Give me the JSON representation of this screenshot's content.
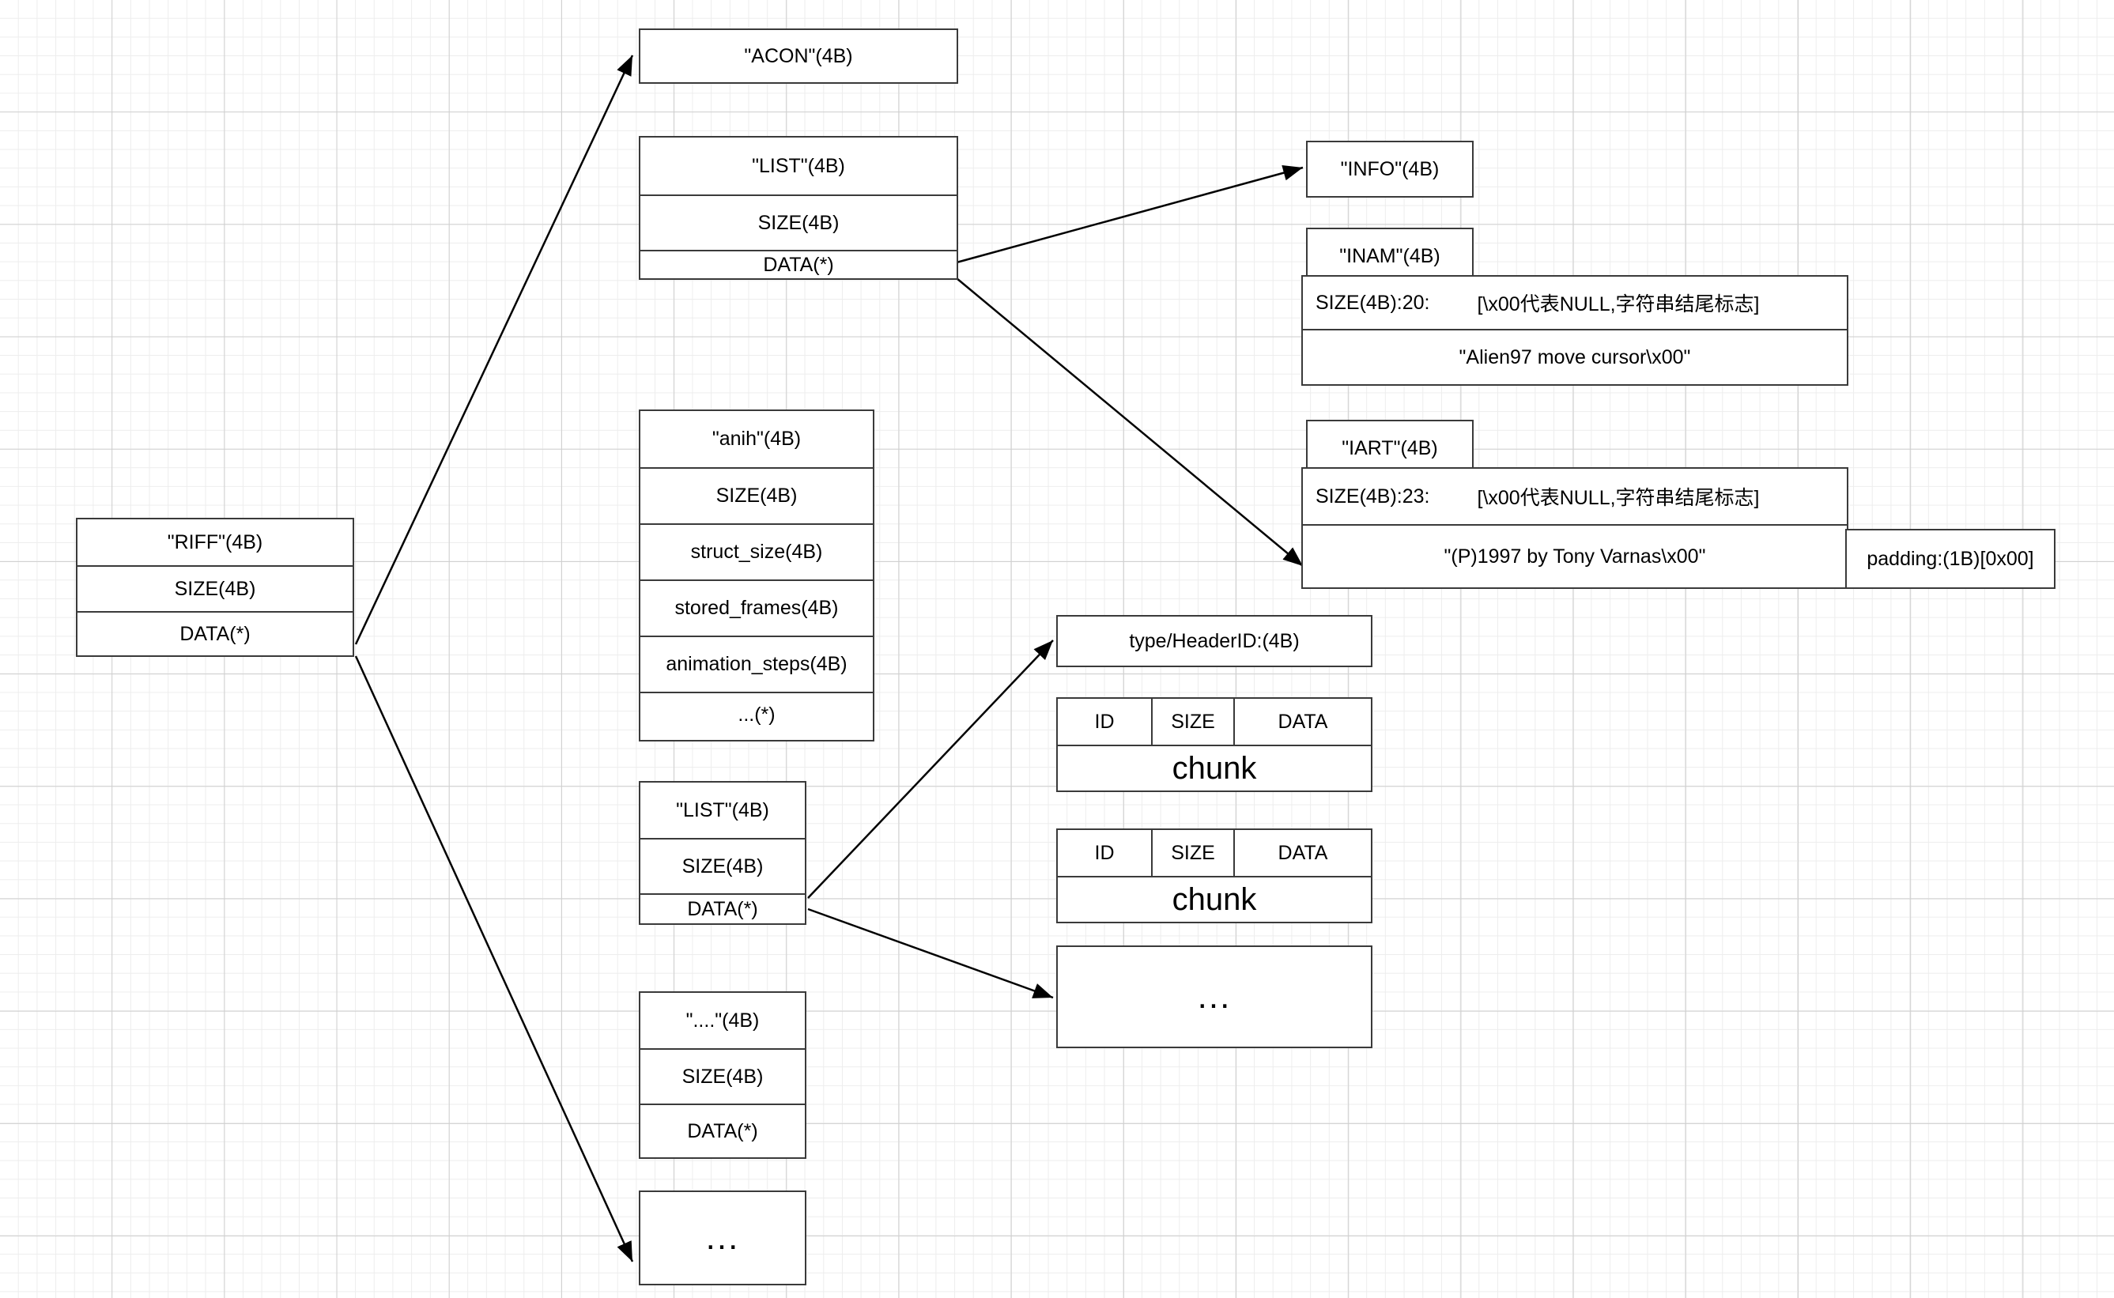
{
  "diagram": {
    "title": "RIFF / ANI file format structure",
    "stroke_color": "#3a3a3a",
    "background_color": "#ffffff",
    "grid_minor_color": "#ededed",
    "grid_major_color": "#cfcfcf"
  },
  "riff": {
    "id": "\"RIFF\"(4B)",
    "size": "SIZE(4B)",
    "data": "DATA(*)"
  },
  "acon": {
    "id": "\"ACON\"(4B)"
  },
  "list_info": {
    "id": "\"LIST\"(4B)",
    "size": "SIZE(4B)",
    "data": "DATA(*)"
  },
  "anih": {
    "id": "\"anih\"(4B)",
    "size": "SIZE(4B)",
    "struct_size": "struct_size(4B)",
    "stored_frames": "stored_frames(4B)",
    "animation_steps": "animation_steps(4B)",
    "more": "...(*)"
  },
  "list_fram": {
    "id": "\"LIST\"(4B)",
    "size": "SIZE(4B)",
    "data": "DATA(*)"
  },
  "generic_chunk": {
    "id": "\"....\"(4B)",
    "size": "SIZE(4B)",
    "data": "DATA(*)"
  },
  "ellipsis_left": {
    "label": "..."
  },
  "info": {
    "id": "\"INFO\"(4B)"
  },
  "inam": {
    "id": "\"INAM\"(4B)",
    "size_key": "SIZE(4B):20:",
    "size_note": "[\\x00代表NULL,字符串结尾标志]",
    "value": "\"Alien97 move cursor\\x00\""
  },
  "iart": {
    "id": "\"IART\"(4B)",
    "size_key": "SIZE(4B):23:",
    "size_note": "[\\x00代表NULL,字符串结尾标志]",
    "value": "\"(P)1997 by Tony Varnas\\x00\"",
    "padding": "padding:(1B)[0x00]"
  },
  "header_id": {
    "label": "type/HeaderID:(4B)"
  },
  "chunk_a": {
    "col_id": "ID",
    "col_size": "SIZE",
    "col_data": "DATA",
    "label": "chunk"
  },
  "chunk_b": {
    "col_id": "ID",
    "col_size": "SIZE",
    "col_data": "DATA",
    "label": "chunk"
  },
  "ellipsis_right": {
    "label": "..."
  }
}
